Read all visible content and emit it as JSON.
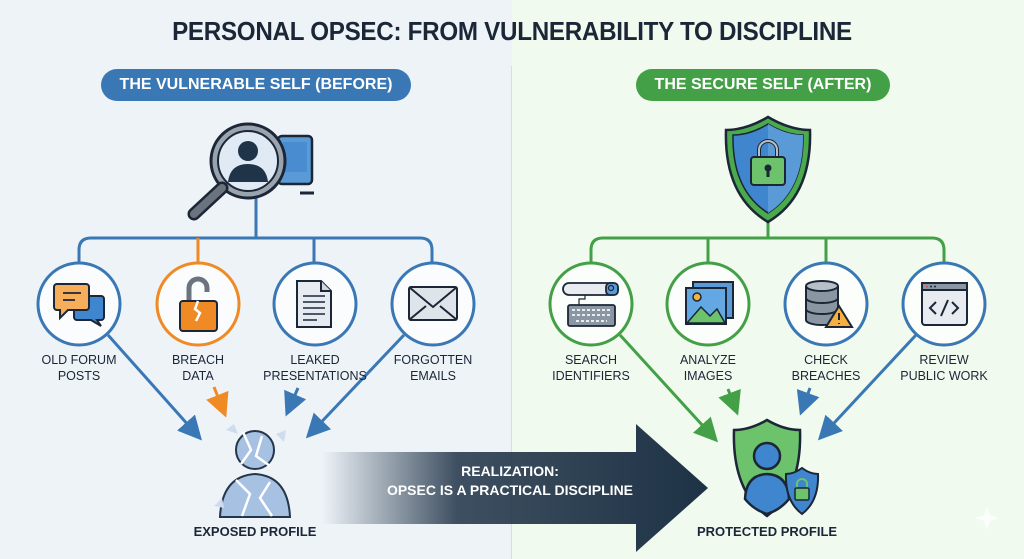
{
  "title": "PERSONAL OPSEC: FROM VULNERABILITY TO DISCIPLINE",
  "colors": {
    "blue": "#3a78b5",
    "green": "#44a047",
    "orange": "#f08a24",
    "navy": "#1b2636",
    "left_bg": "#eef3f8",
    "right_bg": "#f1faef"
  },
  "before": {
    "heading": "THE VULNERABLE SELF (BEFORE)",
    "hub_icon": "magnifier-profile-icon",
    "items": [
      {
        "line1": "OLD FORUM",
        "line2": "POSTS",
        "icon": "chat-bubbles-icon",
        "accent": "blue"
      },
      {
        "line1": "BREACH",
        "line2": "DATA",
        "icon": "broken-lock-icon",
        "accent": "orange"
      },
      {
        "line1": "LEAKED",
        "line2": "PRESENTATIONS",
        "icon": "document-icon",
        "accent": "blue"
      },
      {
        "line1": "FORGOTTEN",
        "line2": "EMAILS",
        "icon": "envelope-icon",
        "accent": "blue"
      }
    ],
    "result_label": "EXPOSED PROFILE"
  },
  "after": {
    "heading": "THE SECURE SELF (AFTER)",
    "hub_icon": "shield-lock-icon",
    "items": [
      {
        "line1": "SEARCH",
        "line2": "IDENTIFIERS",
        "icon": "search-keyboard-icon",
        "accent": "green"
      },
      {
        "line1": "ANALYZE",
        "line2": "IMAGES",
        "icon": "images-icon",
        "accent": "green"
      },
      {
        "line1": "CHECK",
        "line2": "BREACHES",
        "icon": "database-warning-icon",
        "accent": "blue"
      },
      {
        "line1": "REVIEW",
        "line2": "PUBLIC WORK",
        "icon": "code-window-icon",
        "accent": "blue"
      }
    ],
    "result_label": "PROTECTED PROFILE"
  },
  "transition": {
    "line1": "REALIZATION:",
    "line2": "OPSEC IS A PRACTICAL DISCIPLINE"
  }
}
